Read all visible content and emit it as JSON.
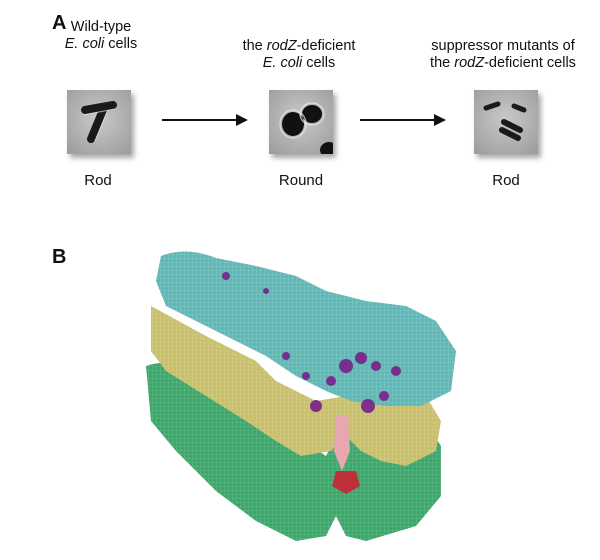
{
  "panel_a": {
    "letter": "A",
    "stages": [
      {
        "caption_line1": "Wild-type",
        "caption_line2_italic": "E. coli",
        "caption_line2_rest": " cells",
        "shape": "Rod"
      },
      {
        "caption_line1_pre": "the ",
        "caption_line1_italic": "rodZ",
        "caption_line1_post": "-deficient",
        "caption_line2_italic": "E. coli",
        "caption_line2_rest": " cells",
        "shape": "Round"
      },
      {
        "caption_line1": "suppressor mutants of",
        "caption_line2_pre": "the ",
        "caption_line2_italic": "rodZ",
        "caption_line2_rest": "-deficient cells",
        "shape": "Rod"
      }
    ]
  },
  "panel_b": {
    "letter": "B",
    "colors": {
      "top_layer": "#5fb8b6",
      "middle_layer": "#c9c06a",
      "bottom_layer": "#3aa86a",
      "highlight": "#7a1f8a",
      "accent": "#c0303a",
      "pink": "#e8a7b0"
    }
  }
}
